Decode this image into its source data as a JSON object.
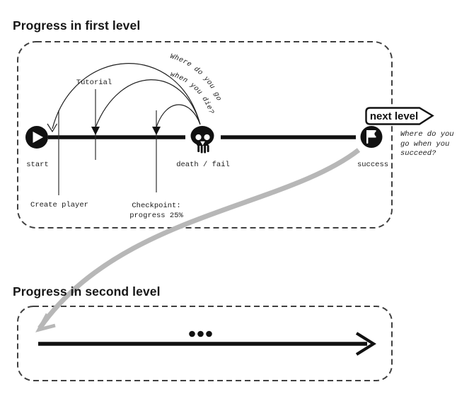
{
  "colors": {
    "ink": "#111111",
    "dash_border": "#404040",
    "thin_line": "#2e2e2e",
    "gray_arrow": "#b7b7b7",
    "background": "#ffffff"
  },
  "level1": {
    "title": "Progress in first level",
    "start_label": "start",
    "create_player_label": "Create player",
    "tutorial_label": "Tutorial",
    "checkpoint_label_line1": "Checkpoint:",
    "checkpoint_label_line2": "progress 25%",
    "death_label": "death / fail",
    "success_label": "success",
    "next_level_button": "next level",
    "die_question": {
      "line1": "Where do you go",
      "line2": "when you die?"
    },
    "succeed_question": {
      "line1": "Where do you",
      "line2": "go when you",
      "line3": "succeed?"
    }
  },
  "level2": {
    "title": "Progress in second level"
  },
  "icons": {
    "play": "▶",
    "skull": "💀",
    "flag": "⚑",
    "ellipsis": "•••",
    "next_level_pointer": "›",
    "transition_arrow": "↙"
  }
}
